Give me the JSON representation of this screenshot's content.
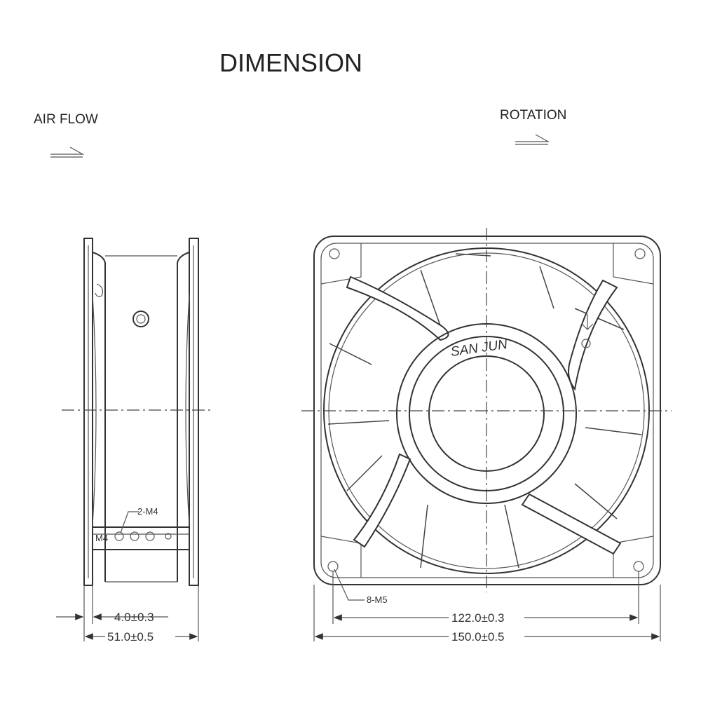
{
  "title": "DIMENSION",
  "air_flow_label": "AIR FLOW",
  "rotation_label": "ROTATION",
  "brand": "SAN JUN",
  "side_view": {
    "thread_callout": "2-M4",
    "plate_label": "M4",
    "dim_flange": "4.0±0.3",
    "dim_depth": "51.0±0.5"
  },
  "front_view": {
    "hole_callout": "8-M5",
    "dim_hole_pitch": "122.0±0.3",
    "dim_width": "150.0±0.5"
  }
}
